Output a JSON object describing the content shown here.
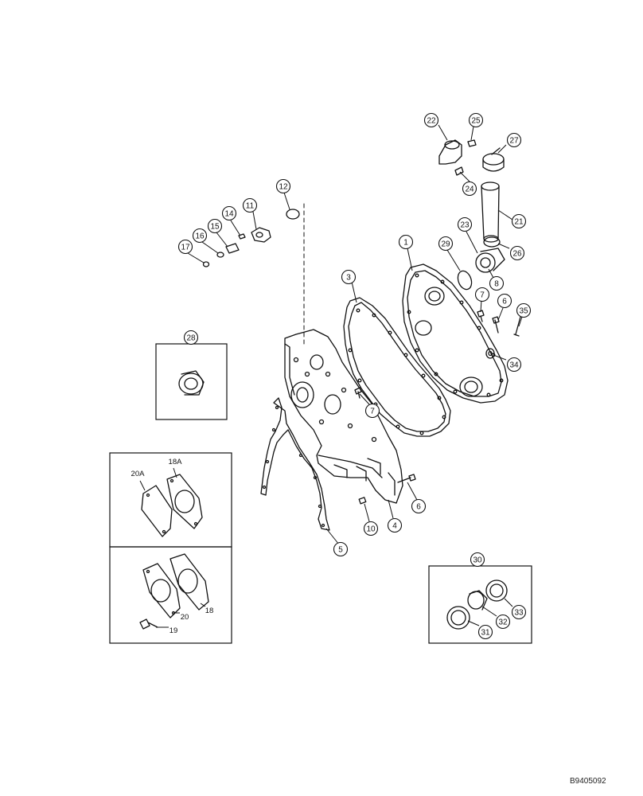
{
  "diagram": {
    "callouts": [
      {
        "id": "c1",
        "label": "1"
      },
      {
        "id": "c3",
        "label": "3"
      },
      {
        "id": "c4",
        "label": "4"
      },
      {
        "id": "c5",
        "label": "5"
      },
      {
        "id": "c6a",
        "label": "6"
      },
      {
        "id": "c6b",
        "label": "6"
      },
      {
        "id": "c7a",
        "label": "7"
      },
      {
        "id": "c7b",
        "label": "7"
      },
      {
        "id": "c8",
        "label": "8"
      },
      {
        "id": "c10",
        "label": "10"
      },
      {
        "id": "c11",
        "label": "11"
      },
      {
        "id": "c12",
        "label": "12"
      },
      {
        "id": "c14",
        "label": "14"
      },
      {
        "id": "c15",
        "label": "15"
      },
      {
        "id": "c16",
        "label": "16"
      },
      {
        "id": "c17",
        "label": "17"
      },
      {
        "id": "c21",
        "label": "21"
      },
      {
        "id": "c22",
        "label": "22"
      },
      {
        "id": "c23",
        "label": "23"
      },
      {
        "id": "c24",
        "label": "24"
      },
      {
        "id": "c25",
        "label": "25"
      },
      {
        "id": "c26",
        "label": "26"
      },
      {
        "id": "c27",
        "label": "27"
      },
      {
        "id": "c28",
        "label": "28"
      },
      {
        "id": "c29",
        "label": "29"
      },
      {
        "id": "c30",
        "label": "30"
      },
      {
        "id": "c31",
        "label": "31"
      },
      {
        "id": "c32",
        "label": "32"
      },
      {
        "id": "c33",
        "label": "33"
      },
      {
        "id": "c34",
        "label": "34"
      },
      {
        "id": "c35",
        "label": "35"
      }
    ],
    "plain_labels": [
      {
        "id": "l18a",
        "label": "18A"
      },
      {
        "id": "l20a",
        "label": "20A"
      },
      {
        "id": "l18",
        "label": "18"
      },
      {
        "id": "l19",
        "label": "19"
      },
      {
        "id": "l20",
        "label": "20"
      }
    ],
    "drawing_id": "B9405092"
  }
}
